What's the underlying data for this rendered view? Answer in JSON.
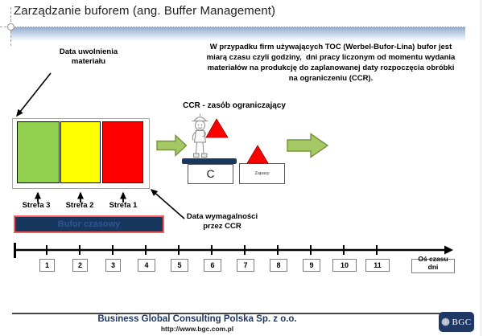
{
  "title": "Zarządzanie buforem (ang. Buffer Management)",
  "intro": {
    "lines": [
      "W przypadku firm używających TOC (Werbel-Bufor-Lina) bufor jest",
      "miarą czasu czyli godziny,  dni pracy liczonym od momentu wydania",
      "materiałów na produkcję do zaplanowanej daty rozpoczęcia obróbki",
      "na ograniczeniu (CCR)."
    ]
  },
  "labels": {
    "release_date_line1": "Data uwolnienia",
    "release_date_line2": "materiału",
    "ccr": "CCR - zasób ograniczający",
    "due_date_line1": "Data wymagalności",
    "due_date_line2": "przez CCR",
    "buffer_bar": "Bufor czasowy",
    "machine": "C",
    "stock": "Zapasy"
  },
  "zones": [
    {
      "label": "Strefa 3",
      "color": "#92D050"
    },
    {
      "label": "Strefa 2",
      "color": "#FFFF00"
    },
    {
      "label": "Strefa 1",
      "color": "#FF0000"
    }
  ],
  "timeline": {
    "days": [
      "1",
      "2",
      "3",
      "4",
      "5",
      "6",
      "7",
      "8",
      "9",
      "10",
      "11"
    ],
    "axis_label_line1": "Oś czasu",
    "axis_label_line2": "dni"
  },
  "footer": {
    "company": "Business Global Consulting Polska Sp. z o.o.",
    "url": "http://www.bgc.com.pl",
    "logo_text": "BGC"
  },
  "colors": {
    "navy": "#17375E",
    "footer_navy": "#1F3864",
    "buffer_border": "#FF5A5A",
    "buffer_text": "#2E5597",
    "block_arrow_fill": "#A4C964",
    "block_arrow_border": "#76923C",
    "triangle_red": "#FE0000"
  }
}
